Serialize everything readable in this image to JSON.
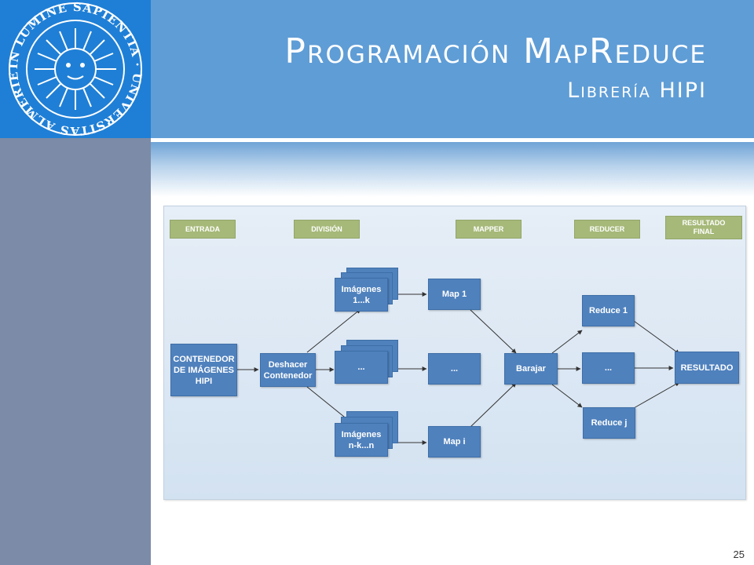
{
  "slide": {
    "title": "Programación MapReduce",
    "subtitle": "Librería HIPI",
    "page_number": "25"
  },
  "logo": {
    "seal_text": "IN LUMINE SAPIENTIA · UNIVERSITAS ALMERIENSIS"
  },
  "stages": {
    "entrada": "ENTRADA",
    "division": "DIVISIÓN",
    "mapper": "MAPPER",
    "reducer": "REDUCER",
    "resultado_final": "RESULTADO\nFINAL"
  },
  "nodes": {
    "contenedor": "CONTENEDOR\nDE IMÁGENES\nHIPI",
    "deshacer": "Deshacer\nContenedor",
    "imagenes_top": "Imágenes\n1...k",
    "imagenes_mid": "...",
    "imagenes_bot": "Imágenes\nn-k...n",
    "map1": "Map 1",
    "map_mid": "...",
    "mapi": "Map i",
    "barajar": "Barajar",
    "reduce1": "Reduce 1",
    "reduce_mid": "...",
    "reducej": "Reduce j",
    "resultado": "RESULTADO"
  },
  "colors": {
    "node_fill": "#4f81bd",
    "stage_fill": "#a6b979",
    "header": "#5f9dd6",
    "logo_bg": "#1f7fd6",
    "side_strip": "#7c8ba7"
  }
}
